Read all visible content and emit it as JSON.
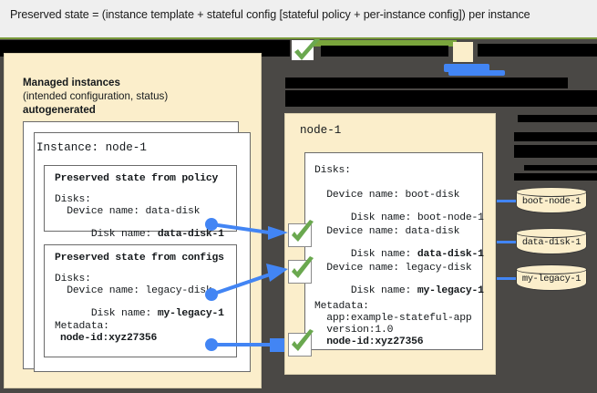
{
  "caption": {
    "text": "Preserved state = (instance template + stateful config [stateful policy + per-instance config]) per instance"
  },
  "colors": {
    "accent_blue": "#4285f4",
    "check_green": "#6aa84f",
    "panel_cream": "#fbeecb",
    "backdrop_dark": "#4a4845",
    "rule_green": "#7a9a3c",
    "caption_bg": "#efefef"
  },
  "left_panel": {
    "title": "Managed instances",
    "subtitle": "(intended configuration, status)",
    "subtitle2": "autogenerated",
    "instance_label": "Instance: node-1",
    "cards": [
      {
        "title": "Preserved state from policy",
        "lines": [
          {
            "text": "Disks:",
            "bold": false,
            "indent": 0
          },
          {
            "text": "Device name: data-disk",
            "bold": false,
            "indent": 1
          },
          {
            "text": "Disk name: ",
            "bold": false,
            "indent": 1,
            "bold_tail": "data-disk-1"
          }
        ]
      },
      {
        "title": "Preserved state from configs",
        "lines": [
          {
            "text": "Disks:",
            "bold": false,
            "indent": 0
          },
          {
            "text": "Device name: legacy-disk",
            "bold": false,
            "indent": 1
          },
          {
            "text": "Disk name: ",
            "bold": false,
            "indent": 1,
            "bold_tail": "my-legacy-1"
          },
          {
            "text": "Metadata:",
            "bold": false,
            "indent": 0
          },
          {
            "text": "node-id:xyz27356",
            "bold": true,
            "indent": 1
          }
        ]
      }
    ],
    "card1": {
      "title": "Preserved state from policy",
      "l0": "Disks:",
      "l1": "  Device name: data-disk",
      "l2_prefix": "  Disk name: ",
      "l2_bold": "data-disk-1"
    },
    "card2": {
      "title": "Preserved state from configs",
      "l0": "Disks:",
      "l1": "  Device name: legacy-disk",
      "l2_prefix": "  Disk name: ",
      "l2_bold": "my-legacy-1",
      "l3": "Metadata:",
      "l4_bold": "node-id:xyz27356"
    }
  },
  "right_panel": {
    "node_label": "node-1",
    "disks_heading": "Disks:",
    "entries": [
      {
        "device": "  Device name: boot-disk",
        "disk_prefix": "  Disk name: ",
        "disk_value": "boot-node-1",
        "bold": false,
        "checked": false
      },
      {
        "device": "  Device name: data-disk",
        "disk_prefix": "  Disk name: ",
        "disk_value": "data-disk-1",
        "bold": true,
        "checked": true
      },
      {
        "device": "  Device name: legacy-disk",
        "disk_prefix": "  Disk name: ",
        "disk_value": "my-legacy-1",
        "bold": true,
        "checked": true
      }
    ],
    "metadata_heading": "Metadata:",
    "metadata": [
      {
        "text": "  app:example-stateful-app",
        "bold": false
      },
      {
        "text": "  version:1.0",
        "bold": false
      },
      {
        "text": "  node-id:xyz27356",
        "bold": true
      }
    ],
    "e0": {
      "device": "  Device name: boot-disk",
      "prefix": "  Disk name: ",
      "value": "boot-node-1"
    },
    "e1": {
      "device": "  Device name: data-disk",
      "prefix": "  Disk name: ",
      "value": "data-disk-1"
    },
    "e2": {
      "device": "  Device name: legacy-disk",
      "prefix": "  Disk name: ",
      "value": "my-legacy-1"
    },
    "m0": "  app:example-stateful-app",
    "m1": "  version:1.0",
    "m2": "  node-id:xyz27356"
  },
  "disks": [
    {
      "label": "boot-node-1"
    },
    {
      "label": "data-disk-1"
    },
    {
      "label": "my-legacy-1"
    }
  ],
  "icons": {
    "check": "check-mark-icon",
    "disk": "disk-cylinder-icon",
    "arrow": "arrow-right-icon"
  }
}
